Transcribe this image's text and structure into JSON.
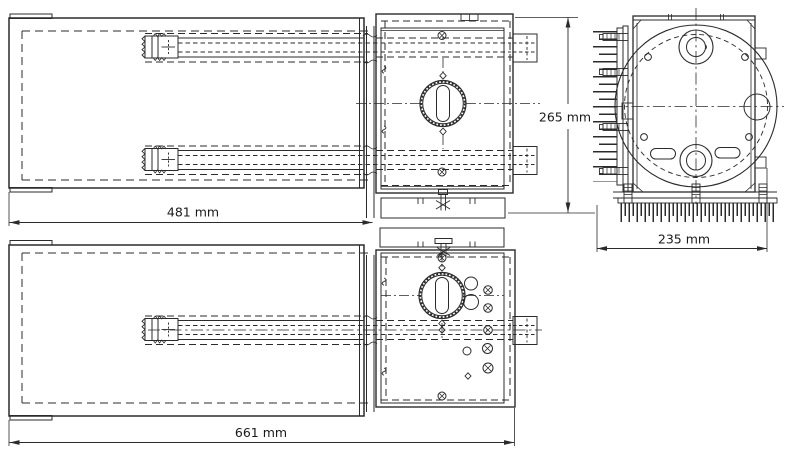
{
  "drawing": {
    "background": "#ffffff",
    "line_color": "#2b2b2b",
    "text_color": "#1a1a1a",
    "dimensions": {
      "retracted_length": {
        "label": "481 mm",
        "value": 481,
        "unit": "mm"
      },
      "extended_length": {
        "label": "661 mm",
        "value": 661,
        "unit": "mm"
      },
      "body_height": {
        "label": "265 mm",
        "value": 265,
        "unit": "mm"
      },
      "body_width": {
        "label": "235 mm",
        "value": 235,
        "unit": "mm"
      }
    }
  }
}
